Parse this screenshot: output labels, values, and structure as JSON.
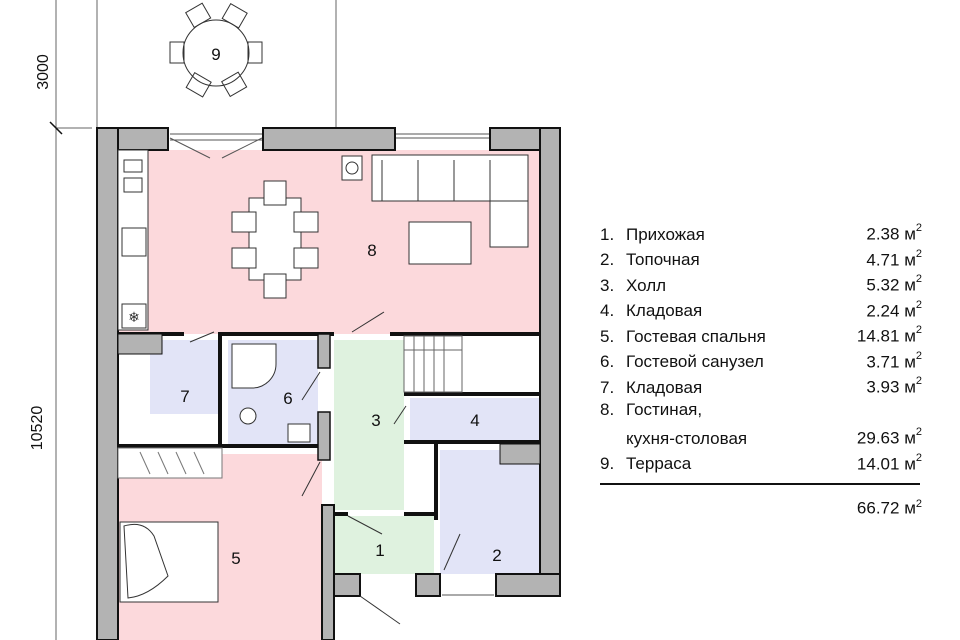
{
  "dimensions": {
    "terrace_depth": "3000",
    "house_depth": "10520"
  },
  "rooms": [
    {
      "num": "1.",
      "label": "1",
      "name": "Прихожая",
      "area": "2.38",
      "unit": "м",
      "sup": "2"
    },
    {
      "num": "2.",
      "label": "2",
      "name": "Топочная",
      "area": "4.71",
      "unit": "м",
      "sup": "2"
    },
    {
      "num": "3.",
      "label": "3",
      "name": "Холл",
      "area": "5.32",
      "unit": "м",
      "sup": "2"
    },
    {
      "num": "4.",
      "label": "4",
      "name": "Кладовая",
      "area": "2.24",
      "unit": "м",
      "sup": "2"
    },
    {
      "num": "5.",
      "label": "5",
      "name": "Гостевая спальня",
      "area": "14.81",
      "unit": "м",
      "sup": "2"
    },
    {
      "num": "6.",
      "label": "6",
      "name": "Гостевой санузел",
      "area": "3.71",
      "unit": "м",
      "sup": "2"
    },
    {
      "num": "7.",
      "label": "7",
      "name": "Кладовая",
      "area": "3.93",
      "unit": "м",
      "sup": "2"
    },
    {
      "num": "8.",
      "label": "8",
      "name": "Гостиная,",
      "name2": "кухня-столовая",
      "area": "29.63",
      "unit": "м",
      "sup": "2"
    },
    {
      "num": "9.",
      "label": "9",
      "name": "Терраса",
      "area": "14.01",
      "unit": "м",
      "sup": "2"
    }
  ],
  "total": {
    "area": "66.72",
    "unit": "м",
    "sup": "2"
  },
  "colors": {
    "living": "#fcd9dc",
    "hall": "#dff2df",
    "service": "#e2e4f7",
    "wall": "#b3b3b3",
    "outline": "#111111"
  }
}
